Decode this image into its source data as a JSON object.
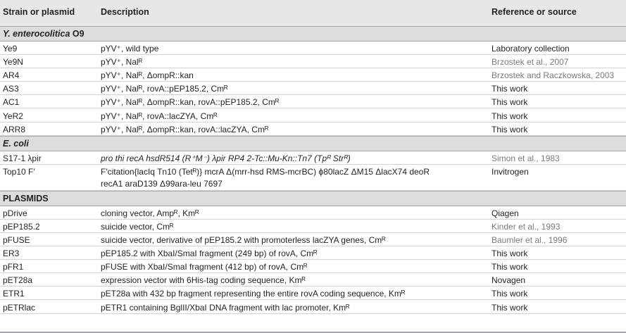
{
  "header": {
    "col1": "Strain or plasmid",
    "col2": "Description",
    "col3": "Reference or source"
  },
  "sections": [
    {
      "title": "Y. enterocolitica O9",
      "rows": [
        {
          "name": "Ye9",
          "desc": "pYV⁺, wild type",
          "ref": "Laboratory collection",
          "ref_style": "plain"
        },
        {
          "name": "Ye9N",
          "desc": "pYV⁺, Nalᴿ",
          "ref": "Brzostek et al., 2007",
          "ref_style": "link"
        },
        {
          "name": "AR4",
          "desc": "pYV⁺, Nalᴿ, ΔompR::kan",
          "ref": "Brzostek and Raczkowska, 2003",
          "ref_style": "link"
        },
        {
          "name": "AS3",
          "desc": "pYV⁺, Nalᴿ, rovA::pEP185.2, Cmᴿ",
          "ref": "This work",
          "ref_style": "plain"
        },
        {
          "name": "AC1",
          "desc": "pYV⁺, Nalᴿ, ΔompR::kan, rovA::pEP185.2, Cmᴿ",
          "ref": "This work",
          "ref_style": "plain"
        },
        {
          "name": "YeR2",
          "desc": "pYV⁺, Nalᴿ, rovA::lacZYA, Cmᴿ",
          "ref": "This work",
          "ref_style": "plain"
        },
        {
          "name": "ARR8",
          "desc": "pYV⁺, Nalᴿ, ΔompR::kan, rovA::lacZYA, Cmᴿ",
          "ref": "This work",
          "ref_style": "plain"
        }
      ]
    },
    {
      "title": "E. coli",
      "rows": [
        {
          "name": "S17-1 λpir",
          "desc": "pro thi recA hsdR514 (R⁺M⁻) λpir RP4 2-Tc::Mu-Kn::Tn7 (Tpᴿ Strᴿ)",
          "ref": "Simon et al., 1983",
          "ref_style": "link"
        },
        {
          "name": "Top10 F′",
          "desc": "F′citation{lacIq Tn10 (Tetᴿ)} mcrA Δ(mrr-hsd RMS-mcrBC) ϕ80lacZ ΔM15 ΔlacX74 deoR",
          "desc2": "recA1 araD139 Δ99ara-leu 7697",
          "ref": "Invitrogen",
          "ref_style": "plain"
        }
      ]
    },
    {
      "title": "PLASMIDS",
      "rows": [
        {
          "name": "pDrive",
          "desc": "cloning vector, Ampᴿ, Kmᴿ",
          "ref": "Qiagen",
          "ref_style": "plain"
        },
        {
          "name": "pEP185.2",
          "desc": "suicide vector, Cmᴿ",
          "ref": "Kinder et al., 1993",
          "ref_style": "link"
        },
        {
          "name": "pFUSE",
          "desc": "suicide vector, derivative of pEP185.2 with promoterless lacZYA genes, Cmᴿ",
          "ref": "Baumler et al., 1996",
          "ref_style": "link"
        },
        {
          "name": "ER3",
          "desc": "pEP185.2 with XbaI/SmaI fragment (249 bp) of rovA, Cmᴿ",
          "ref": "This work",
          "ref_style": "plain"
        },
        {
          "name": "pFR1",
          "desc": "pFUSE with XbaI/SmaI fragment (412 bp) of rovA, Cmᴿ",
          "ref": "This work",
          "ref_style": "plain"
        },
        {
          "name": "pET28a",
          "desc": "expression vector with 6His-tag coding sequence, Kmᴿ",
          "ref": "Novagen",
          "ref_style": "plain"
        },
        {
          "name": "ETR1",
          "desc": "pET28a with 432 bp fragment representing the entire rovA coding sequence, Kmᴿ",
          "ref": "This work",
          "ref_style": "plain"
        },
        {
          "name": "pETRlac",
          "desc": "pETR1 containing BglII/XbaI DNA fragment with lac promoter, Kmᴿ",
          "ref": "This work",
          "ref_style": "plain"
        }
      ]
    }
  ]
}
